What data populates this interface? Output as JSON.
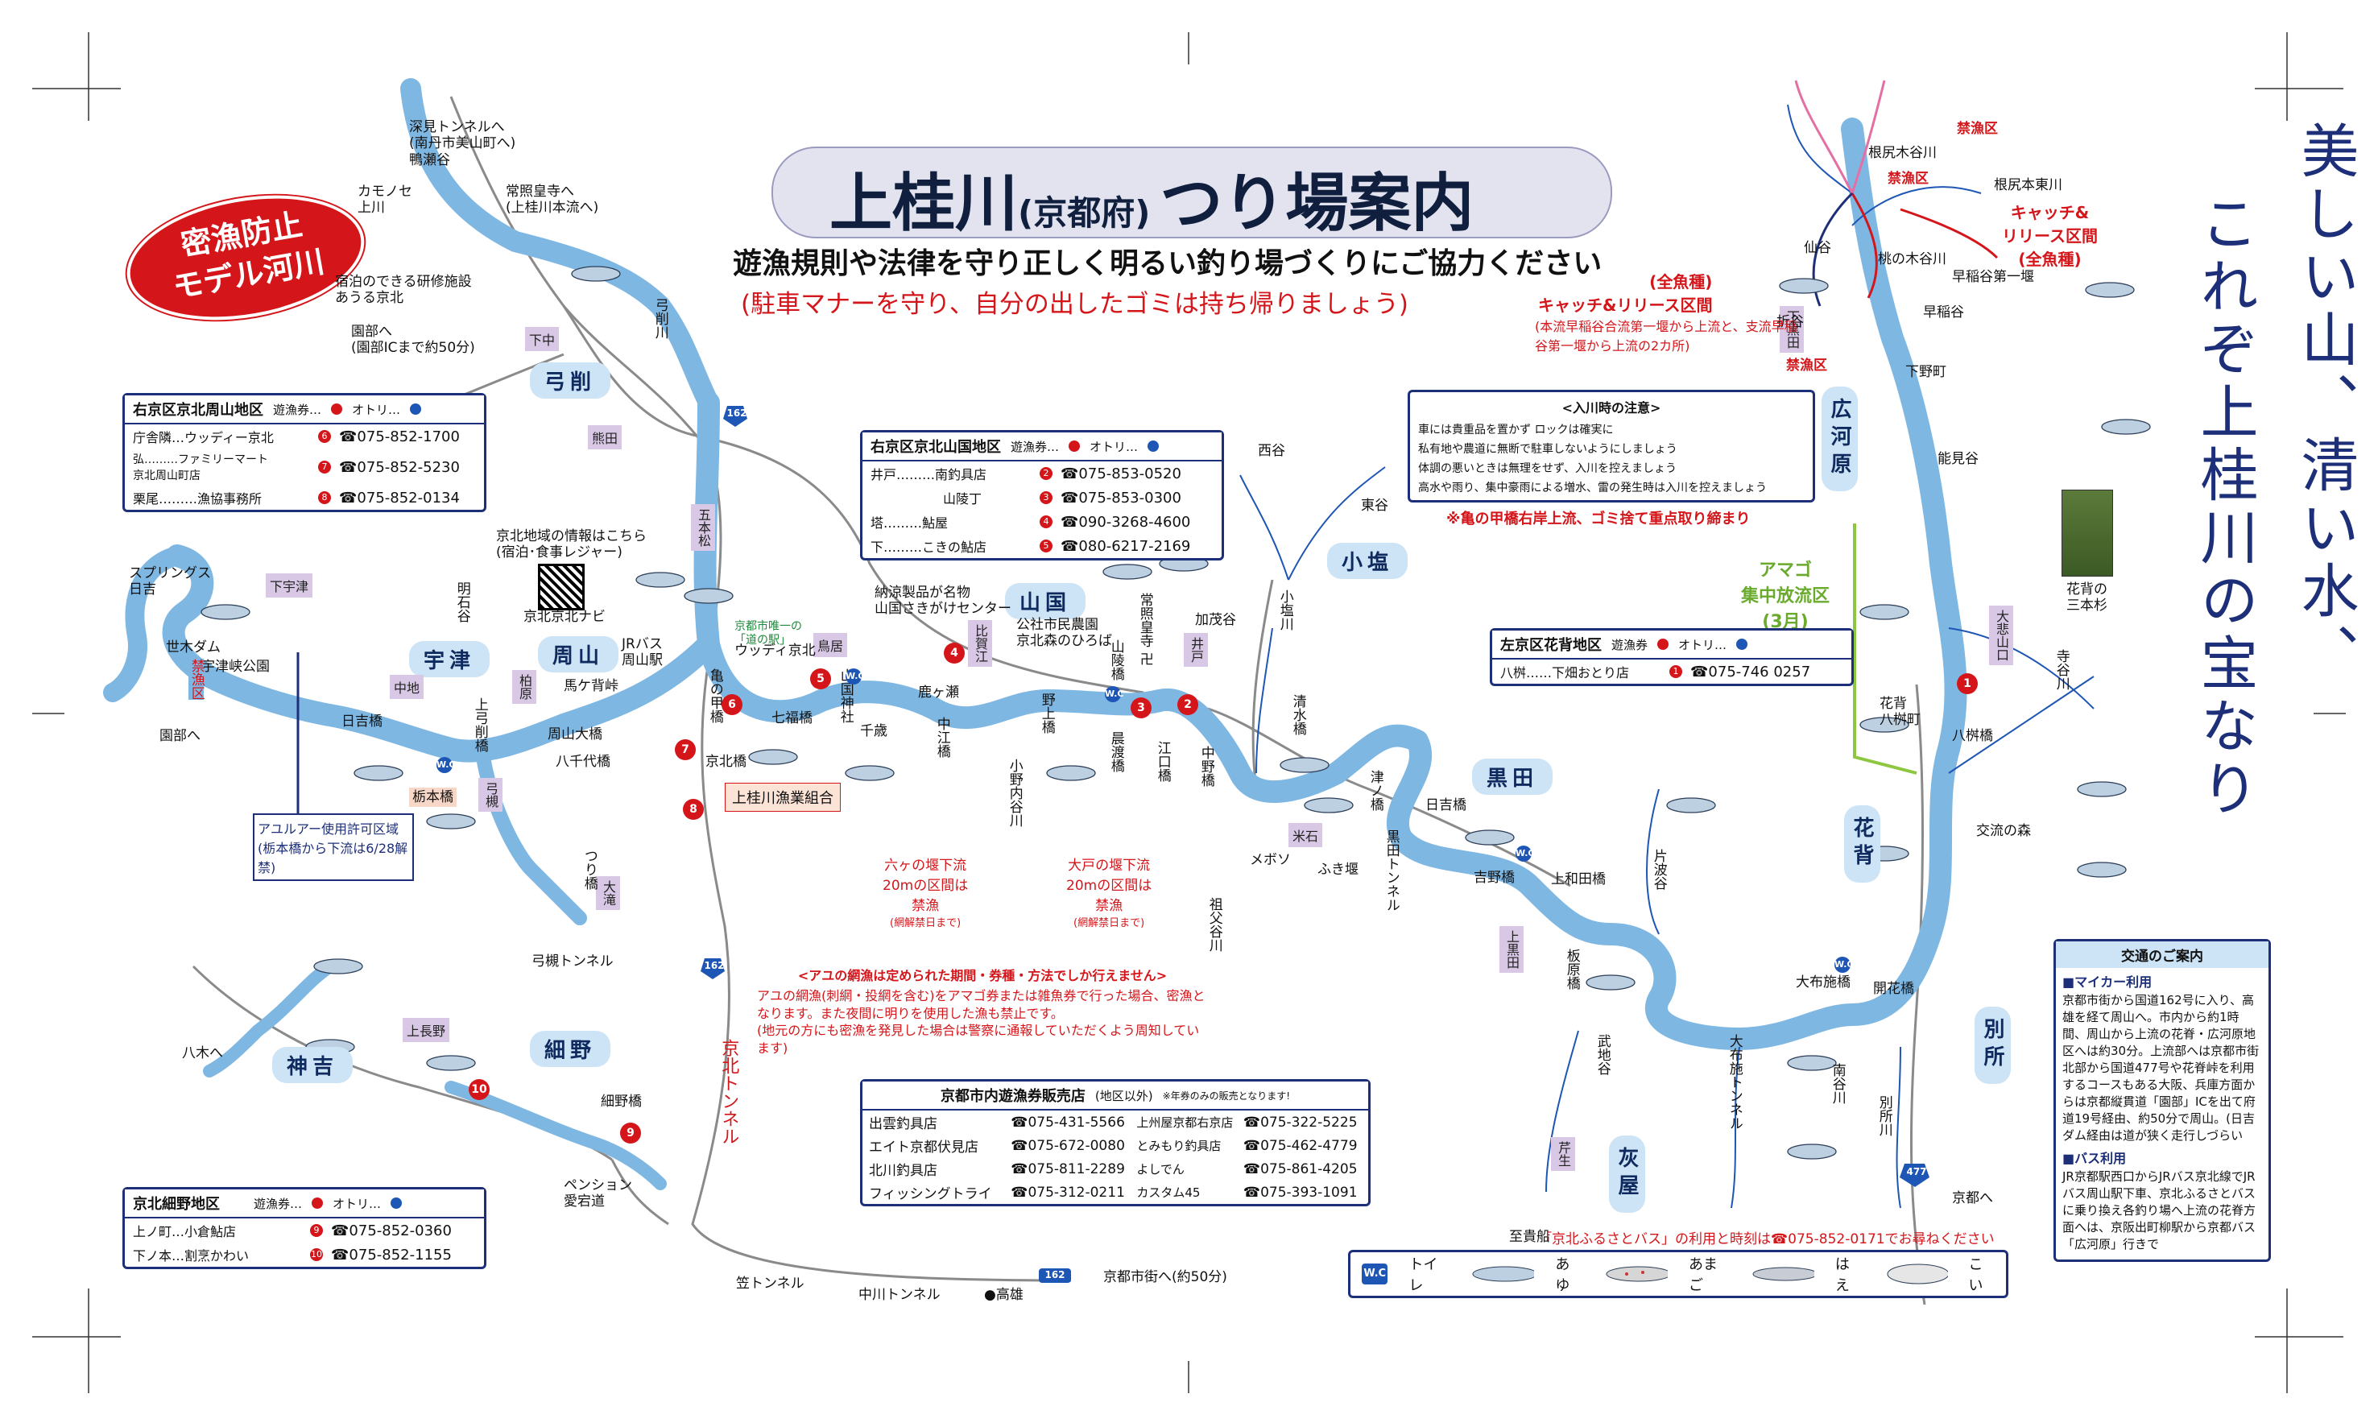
{
  "title": {
    "main": "上桂川",
    "paren": "(京都府)",
    "rest": "つり場案内"
  },
  "subtitle1": "遊漁規則や法律を守り正しく明るい釣り場づくりにご協力ください",
  "subtitle2": "(駐車マナーを守り、自分の出したゴミは持ち帰りましょう)",
  "badge": {
    "line1": "密漁防止",
    "line2": "モデル河川"
  },
  "slogan": {
    "col1": "美しい山、清い水、",
    "col2": "これぞ上桂川の宝なり"
  },
  "colors": {
    "river": "#7fb7e3",
    "river_dark": "#1e56b5",
    "red": "#d4161b",
    "road": "#888888",
    "area_bg": "#cde3f6",
    "place_bg": "#d8c8e6"
  },
  "areas": {
    "yuge": "弓削",
    "uzu": "宇津",
    "shuzan": "周山",
    "yamaguni": "山国",
    "koshio": "小塩",
    "kuroda": "黒田",
    "kamiyoshi": "神吉",
    "hosono": "細野",
    "haiya": "灰屋",
    "hanase": "花背",
    "besho": "別所",
    "hirogawara": "広河原"
  },
  "boxes": {
    "shuzan": {
      "title": "右京区京北周山地区",
      "legend_ticket": "遊漁券…",
      "legend_bait": "オトリ…",
      "rows": [
        {
          "name": "庁舎隣…ウッディー京北",
          "num": "6",
          "tel": "☎075-852-1700"
        },
        {
          "name": "弘………ファミリーマート\n京北周山町店",
          "num": "7",
          "tel": "☎075-852-5230"
        },
        {
          "name": "栗尾………漁協事務所",
          "num": "8",
          "tel": "☎075-852-0134"
        }
      ]
    },
    "yamaguni": {
      "title": "右京区京北山国地区",
      "legend_ticket": "遊漁券…",
      "legend_bait": "オトリ…",
      "rows": [
        {
          "name": "井戸………南釣具店",
          "num": "2",
          "tel": "☎075-853-0520"
        },
        {
          "name": "山陵丁",
          "num": "3",
          "tel": "☎075-853-0300"
        },
        {
          "name": "塔………鮎屋",
          "num": "4",
          "tel": "☎090-3268-4600"
        },
        {
          "name": "下………こきの鮎店",
          "num": "5",
          "tel": "☎080-6217-2169"
        }
      ]
    },
    "hanase": {
      "title": "左京区花背地区",
      "legend_ticket": "遊漁券",
      "legend_bait": "オトリ…",
      "rows": [
        {
          "name": "八桝……下畑おとり店",
          "num": "1",
          "tel": "☎075-746 0257"
        }
      ]
    },
    "hosono": {
      "title": "京北細野地区",
      "legend_ticket": "遊漁券…",
      "legend_bait": "オトリ…",
      "rows": [
        {
          "name": "上ノ町…小倉鮎店",
          "num": "9",
          "tel": "☎075-852-0360"
        },
        {
          "name": "下ノ本…割烹かわい",
          "num": "10",
          "tel": "☎075-852-1155"
        }
      ]
    }
  },
  "shops": {
    "title": "京都市内遊漁券販売店",
    "sub": "(地区以外)",
    "note": "※年券のみの販売となります!",
    "rows": [
      [
        "出雲釣具店",
        "☎075-431-5566",
        "上州屋京都右京店",
        "☎075-322-5225"
      ],
      [
        "エイト京都伏見店",
        "☎075-672-0080",
        "とみもり釣具店",
        "☎075-462-4779"
      ],
      [
        "北川釣具店",
        "☎075-811-2289",
        "よしでん",
        "☎075-861-4205"
      ],
      [
        "フィッシングトライ",
        "☎075-312-0211",
        "カスタム45",
        "☎075-393-1091"
      ]
    ]
  },
  "caution": {
    "title": "<入川時の注意>",
    "lines": [
      "車には貴重品を置かず ロックは確実に",
      "私有地や農道に無断で駐車しないようにしましょう",
      "体調の悪いときは無理をせず、入川を控えましょう",
      "高水や雨り、集中豪雨による増水、雷の発生時は入川を控えましょう"
    ],
    "red_note": "※亀の甲橋右岸上流、ゴミ捨て重点取り締まり"
  },
  "ayu_net": {
    "title": "<アユの網漁は定められた期間・券種・方法でしか行えません>",
    "body": "アユの網漁(刺網・投網を含む)をアマゴ券または雑魚券で行った場合、密漁となります。また夜間に明りを使用した漁も禁止です。\n(地元の方にも密漁を発見した場合は警察に通報していただくよう周知しています)"
  },
  "catch_release": {
    "title": "キャッチ&リリース区間",
    "sub": "(全魚種)",
    "body": "(本流早稲谷合流第一堰から上流と、支流早稲谷第一堰から上流の2カ所)"
  },
  "catch_release2": {
    "line1": "キャッチ&",
    "line2": "リリース区間",
    "line3": "(全魚種)"
  },
  "amago": {
    "line1": "アマゴ",
    "line2": "集中放流区",
    "line3": "(3月)"
  },
  "ayular": {
    "title": "アユルアー使用許可区域(栃本橋から下流は6/28解禁)"
  },
  "no_fishing": "禁漁区",
  "sekizeki": [
    {
      "text": "六ヶの堰下流\n20mの区間は\n禁漁",
      "sub": "(網解禁日まで)"
    },
    {
      "text": "大戸の堰下流\n20mの区間は\n禁漁",
      "sub": "(網解禁日まで)"
    }
  ],
  "traffic": {
    "title": "交通のご案内",
    "car_head": "■マイカー利用",
    "car_body": "京都市街から国道162号に入り、高雄を経て周山へ。市内から約1時間、周山から上流の花脊・広河原地区へは約30分。上流部へは京都市街北部から国道477号や花脊峠を利用するコースもある大阪、兵庫方面からは京都縦貫道「園部」ICを出て府道19号経由、約50分で周山。(日吉ダム経由は道が狭く走行しづらい",
    "bus_head": "■バス利用",
    "bus_body": "JR京都駅西口からJRバス京北線でJRバス周山駅下車、京北ふるさとバスに乗り換え各釣り場へ上流の花脊方面へは、京阪出町柳駅から京都バス「広河原」行きで"
  },
  "bus_info": "「京北ふるさとバス」の利用と時刻は☎075-852-0171でお尋ねください",
  "legend": {
    "wc": "トイレ",
    "ayu": "あゆ",
    "amago": "あまご",
    "hae": "はえ",
    "koi": "こい",
    "wc_mark": "W.C"
  },
  "union": "上桂川漁業組合",
  "route162": "162",
  "route477": "477",
  "labels": {
    "fukami": "深見トンネルへ\n(南丹市美山町へ)\n鴨瀬谷",
    "jouzai": "常照皇寺へ\n(上桂川本流へ)",
    "kamonose": "カモノセ\n上川",
    "aurakyohoku": "宿泊のできる研修施設\nあうる京北",
    "sonobe1": "園部へ\n(園部ICまで約50分)",
    "info": "京北地域の情報はこちら\n(宿泊･食事レジャー)",
    "navi": "京北京北ナビ",
    "springs": "スプリングス\n日吉",
    "sekiya": "世木ダム",
    "uzukyo": "宇津峡公園",
    "hiyoshi": "日吉橋",
    "tochimoto": "栃本橋",
    "jr_bus": "JRバス\n周山駅",
    "woody": "ウッディ京北",
    "michinoeki": "京都市唯一の\n「道の駅」",
    "yamaguni_center": "納涼製品が名物\n山国さきがけセンター",
    "keihoku_mori": "公社市民農園\n京北森のひろば",
    "yamaguni_jinja": "山国神社",
    "nishitani": "西谷",
    "higashitani": "東谷",
    "hanase_sugi": "花背の\n三本杉",
    "kouryu": "交流の森",
    "hachimasu": "八桝橋",
    "hanase_hachi": "花背\n八桝町",
    "shimono": "下野町",
    "noumigaya": "能見谷",
    "wasedani": "早稲谷",
    "wasedani1": "早稲谷第一堰",
    "momonoki": "桃の木谷川",
    "negiri_hon": "根尻本東川",
    "negiri": "根尻木谷川",
    "sen": "仙谷",
    "oriya": "折谷",
    "tera": "寺谷川",
    "kasa_tunnel": "笠トンネル",
    "nakagawa_tunnel": "中川トンネル",
    "takao": "●高雄",
    "kyoto_city": "京都市街へ(約50分)",
    "shibou": "至貴船",
    "kyoto_n": "京都へ",
    "yumihashi": "弓槻トンネル",
    "keihoku_tunnel": "京北トンネル",
    "yuge_kawa": "弓削川",
    "kuroda_tunnel": "黒田トンネル",
    "fukiyame": "ふき堰",
    "pension": "ペンション\n愛宕道",
    "hosonobashi": "細野橋",
    "yasaka": "八木へ",
    "sonobe2": "園部へ",
    "katahata": "片波谷",
    "oofuse": "大布施トンネル",
    "oofusehashi": "大布施橋",
    "kaika": "開花橋",
    "nanya": "南谷川",
    "besshogawa": "別所川",
    "budaidani": "武地谷",
    "hiyoshibashi": "日吉橋",
    "yoshinobashi": "吉野橋",
    "kamiwadabashi": "上和田橋",
    "shikahashi": "鹿ヶ瀬",
    "kamenoko": "亀の甲橋",
    "nojo": "野上橋",
    "sensou": "千歳",
    "keihoku": "京北橋",
    "nanahuku": "七福橋",
    "shuzanohashi": "周山大橋",
    "hachisendaibashi": "八千代橋",
    "tsurigihashi": "つり橋",
    "mabashi": "馬ケ背峠",
    "nakaeb": "中江橋",
    "yamaryo": "山陵橋",
    "shinobashi": "晨渡橋",
    "eguchi": "江口橋",
    "nakanobashi": "中野橋",
    "shimizu": "清水橋",
    "koshio_kawa": "小塩川",
    "sobo": "祖父谷川",
    "onoyama": "小野内谷川",
    "meson": "メボソ",
    "tsu": "津ノ橋",
    "kanoyamachi": "加茂谷",
    "ida": "板原橋",
    "seiunji": "常照皇寺 卍",
    "misato": "明石谷",
    "joshi": "上弓削橋"
  },
  "places": [
    "下宇津",
    "中地",
    "井戸",
    "鳥居",
    "柏原",
    "下中",
    "熊田",
    "五本松",
    "弓槻",
    "大滝",
    "上長野",
    "上黒田",
    "米石",
    "芹生",
    "比賀江",
    "大悲山口",
    "下黒田"
  ]
}
